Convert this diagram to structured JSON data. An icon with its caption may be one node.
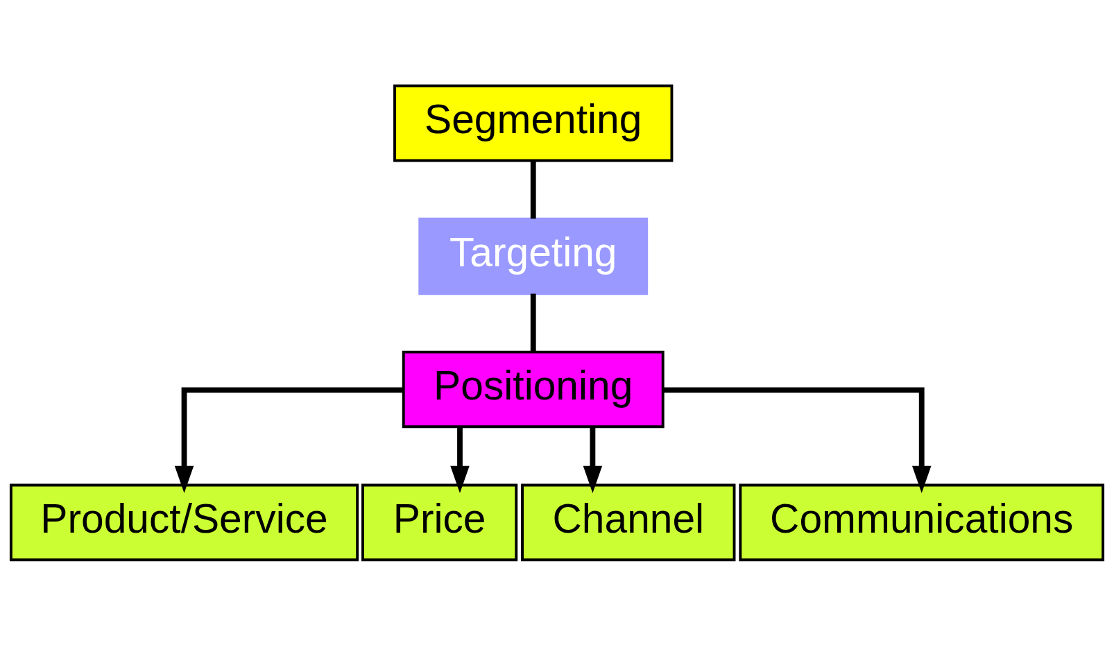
{
  "diagram": {
    "nodes": [
      {
        "text": [
          "Segmenting"
        ]
      },
      {
        "text": [
          "Targeting"
        ]
      },
      {
        "text": [
          "Positioning"
        ]
      },
      {
        "text": [
          "Product/Service"
        ]
      },
      {
        "text": [
          "Price"
        ]
      },
      {
        "text": [
          "Channel"
        ]
      },
      {
        "text": [
          "Communications"
        ]
      }
    ],
    "edges": [
      {
        "from": 0,
        "to": 1,
        "arrow": "none"
      },
      {
        "from": 1,
        "to": 2,
        "arrow": "none"
      },
      {
        "from": 2,
        "to": 3,
        "arrow": "to"
      },
      {
        "from": 2,
        "to": 4,
        "arrow": "to"
      },
      {
        "from": 2,
        "to": 5,
        "arrow": "to"
      },
      {
        "from": 2,
        "to": 6,
        "arrow": "to"
      }
    ]
  }
}
